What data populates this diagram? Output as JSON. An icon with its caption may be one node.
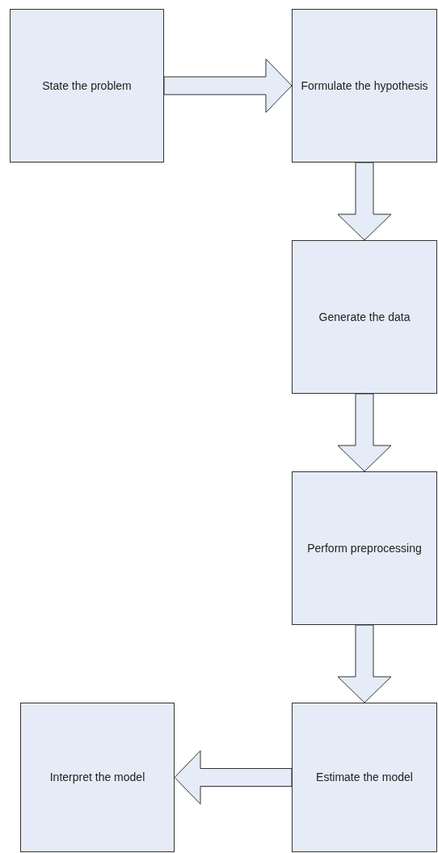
{
  "diagram": {
    "nodes": [
      {
        "text": [
          "State the problem"
        ]
      },
      {
        "text": [
          "Formulate the hypothesis"
        ]
      },
      {
        "text": [
          "Generate the data"
        ]
      },
      {
        "text": [
          "Perform preprocessing"
        ]
      },
      {
        "text": [
          "Estimate the model"
        ]
      },
      {
        "text": [
          "Interpret the model"
        ]
      }
    ],
    "edges": [
      {
        "from": 0,
        "to": 1,
        "arrow": "to"
      },
      {
        "from": 1,
        "to": 2,
        "arrow": "to"
      },
      {
        "from": 2,
        "to": 3,
        "arrow": "to"
      },
      {
        "from": 3,
        "to": 4,
        "arrow": "to"
      },
      {
        "from": 4,
        "to": 5,
        "arrow": "to"
      }
    ]
  }
}
